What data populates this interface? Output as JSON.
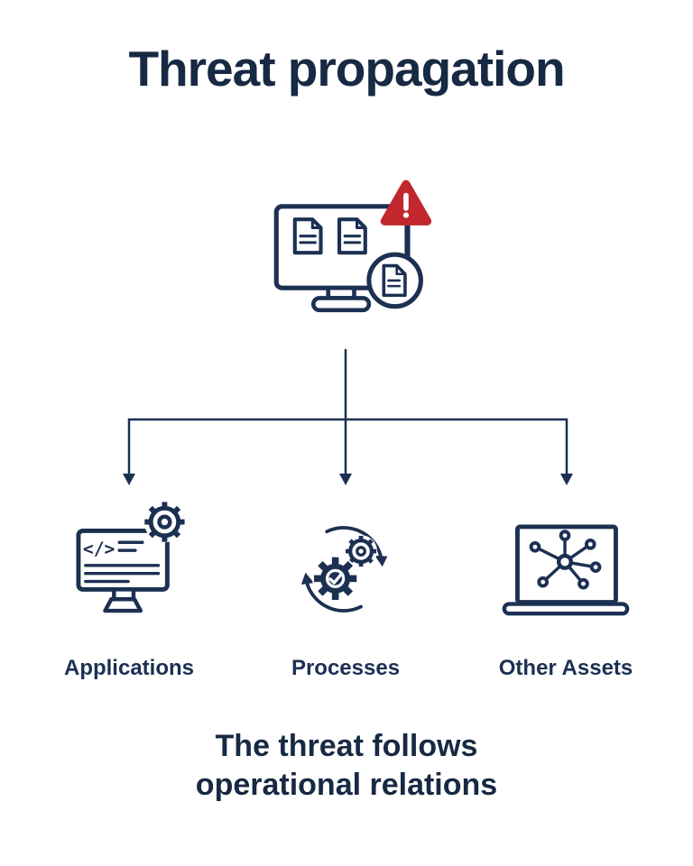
{
  "title": "Threat propagation",
  "source": {
    "icon": "computer-with-documents-alert-icon"
  },
  "targets": [
    {
      "label": "Applications",
      "icon": "application-code-gear-icon"
    },
    {
      "label": "Processes",
      "icon": "gears-cycle-check-icon"
    },
    {
      "label": "Other Assets",
      "icon": "laptop-network-nodes-icon"
    }
  ],
  "caption": {
    "line1": "The threat follows",
    "line2": "operational relations"
  },
  "icons": {
    "code_glyph": "</>"
  },
  "colors": {
    "navy": "#1c3052",
    "red": "#c1272d",
    "title": "#172943",
    "bg": "#ffffff"
  }
}
